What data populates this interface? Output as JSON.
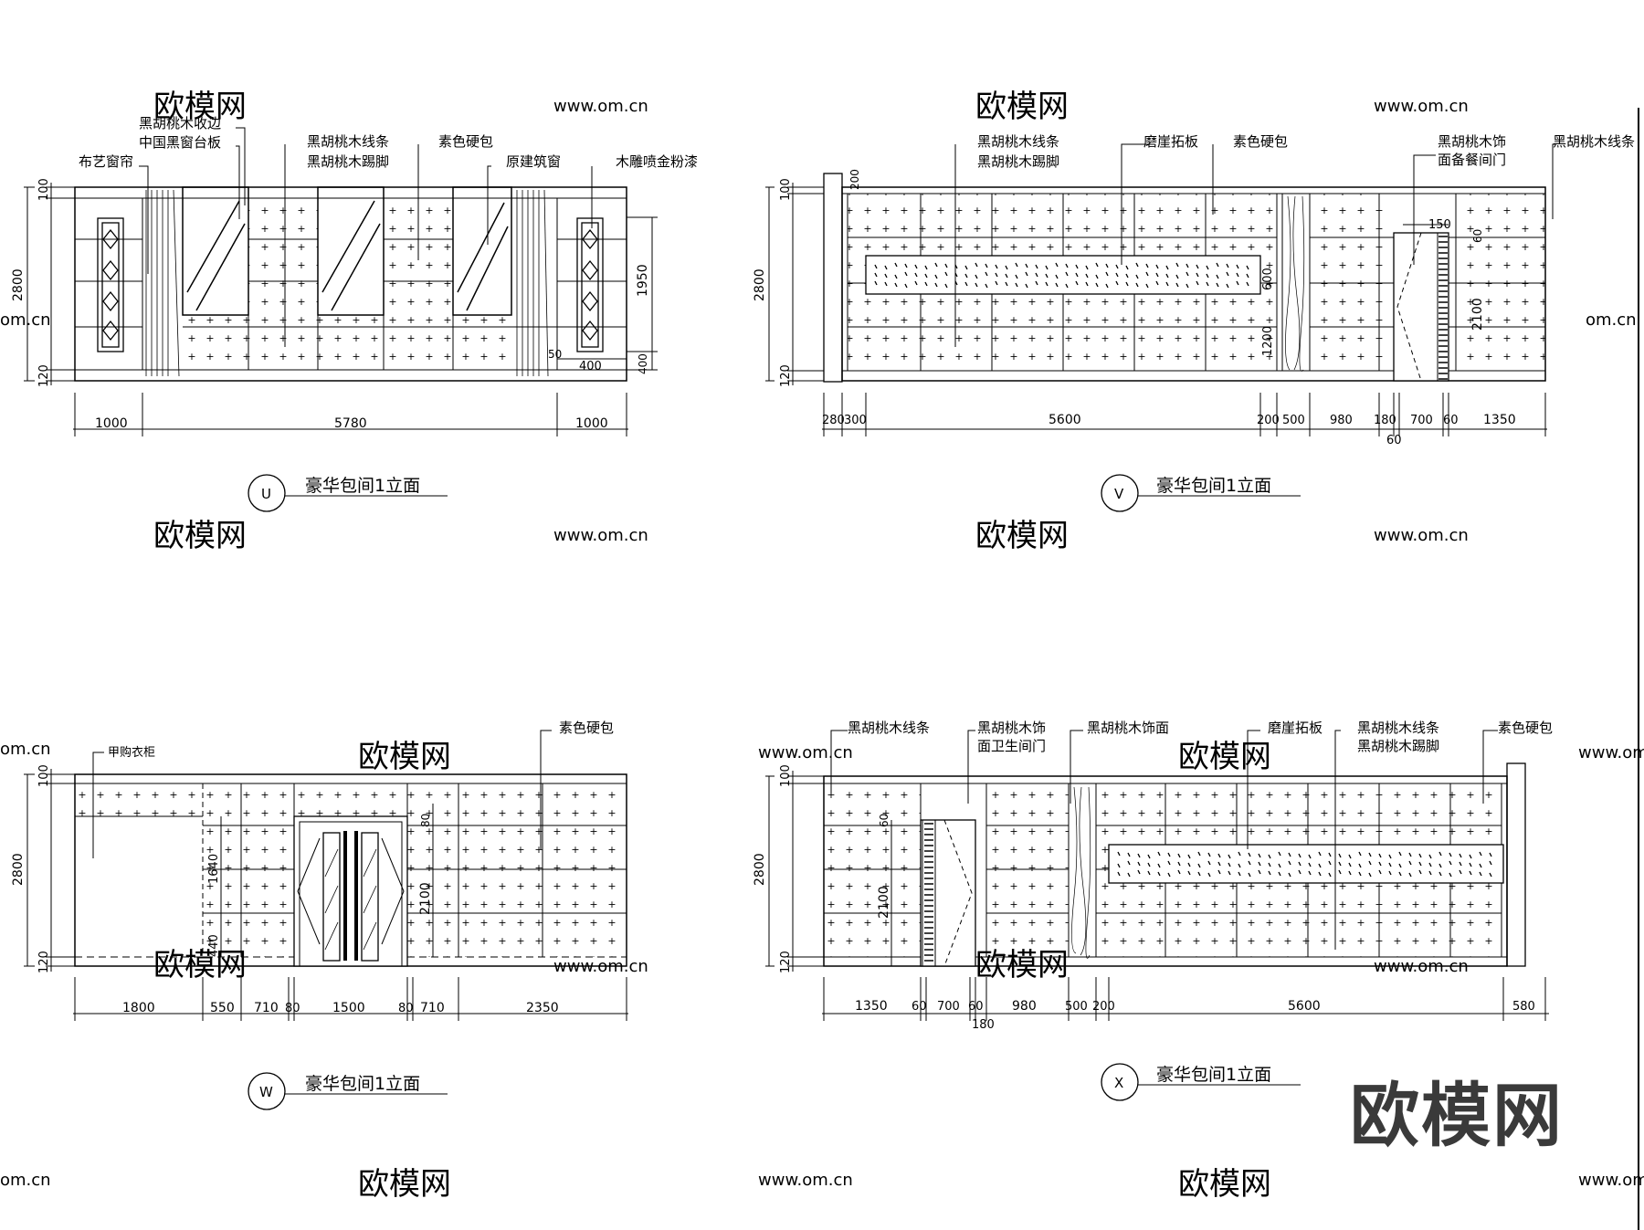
{
  "brand": {
    "logo_text": "欧模网",
    "watermark_text": "欧模网",
    "watermark_url": "www.om.cn",
    "watermark_url_short": "om.cn"
  },
  "elevations": {
    "u": {
      "marker": "U",
      "title": "豪华包间1立面",
      "labels": [
        "黑胡桃木收边",
        "中国黑窗台板",
        "布艺窗帘",
        "黑胡桃木线条",
        "黑胡桃木踢脚",
        "素色硬包",
        "原建筑窗",
        "木雕喷金粉漆"
      ],
      "dims_bottom": [
        "1000",
        "5780",
        "1000"
      ],
      "dims_left": [
        "100",
        "2800",
        "120"
      ],
      "dims_right": [
        "1950",
        "400",
        "50",
        "400"
      ]
    },
    "v": {
      "marker": "V",
      "title": "豪华包间1立面",
      "labels": [
        "黑胡桃木线条",
        "黑胡桃木踢脚",
        "磨崖拓板",
        "素色硬包",
        "黑胡桃木饰",
        "面备餐间门",
        "黑胡桃木线条"
      ],
      "dims_bottom": [
        "280",
        "300",
        "5600",
        "200",
        "500",
        "980",
        "180",
        "700",
        "60",
        "1350",
        "60"
      ],
      "dims_left": [
        "100",
        "2800",
        "120"
      ],
      "dims_other": [
        "200",
        "600",
        "1200",
        "150",
        "60",
        "2100"
      ]
    },
    "w": {
      "marker": "W",
      "title": "豪华包间1立面",
      "labels": [
        "甲购衣柜",
        "素色硬包"
      ],
      "dims_bottom": [
        "1800",
        "550",
        "710",
        "80",
        "1500",
        "80",
        "710",
        "2350"
      ],
      "dims_left": [
        "100",
        "2800",
        "120"
      ],
      "dims_other": [
        "1640",
        "440",
        "80",
        "2100"
      ]
    },
    "x": {
      "marker": "X",
      "title": "豪华包间1立面",
      "labels": [
        "黑胡桃木线条",
        "黑胡桃木饰",
        "面卫生间门",
        "黑胡桃木饰面",
        "磨崖拓板",
        "黑胡桃木线条",
        "黑胡桃木踢脚",
        "素色硬包"
      ],
      "dims_bottom": [
        "1350",
        "60",
        "700",
        "60",
        "180",
        "980",
        "500",
        "200",
        "5600",
        "580"
      ],
      "dims_left": [
        "100",
        "2800",
        "120"
      ],
      "dims_other": [
        "60",
        "2100"
      ]
    }
  }
}
